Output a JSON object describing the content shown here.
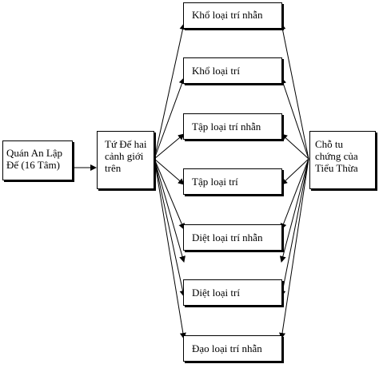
{
  "nodes": {
    "source": {
      "label": "Quán An Lập Đế (16 Tâm)"
    },
    "four_truths": {
      "label": "Tứ Đế hai cảnh giới trên"
    },
    "hinayana": {
      "label": "Chỗ tu chứng của Tiểu Thừa"
    },
    "targets": [
      {
        "label": "Khổ loại trí nhẫn"
      },
      {
        "label": "Khổ loại trí"
      },
      {
        "label": "Tập loại trí nhẫn"
      },
      {
        "label": "Tập loại trí"
      },
      {
        "label": "Diệt loại trí nhẫn"
      },
      {
        "label": "Diệt loại trí"
      },
      {
        "label": "Đạo loại trí nhẫn"
      }
    ]
  },
  "colors": {
    "line": "#000000",
    "box_fill": "#ffffff"
  }
}
